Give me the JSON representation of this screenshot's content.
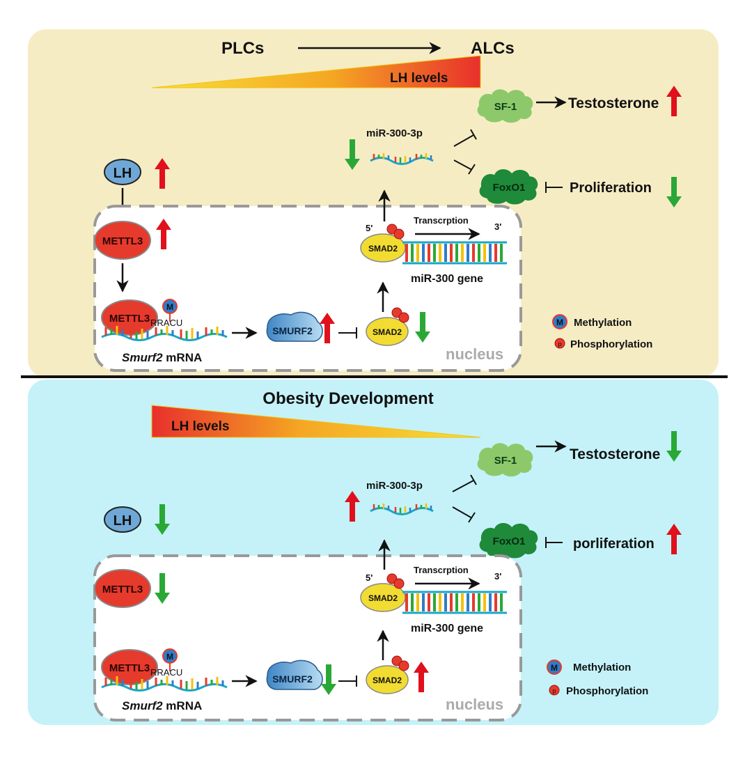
{
  "colors": {
    "top_panel_bg": "#f6ecc4",
    "bottom_panel_bg": "#c4f2f8",
    "up_arrow": "#e0101c",
    "down_arrow": "#2aa836",
    "cloud_light": "#8dc96a",
    "cloud_dark": "#1e8a3a",
    "mettl3": "#e63a2c",
    "smad2": "#f2dc32",
    "smurf2": "#5b9fd4",
    "lh": "#6fa8d6",
    "nucleus_border": "#999999"
  },
  "top": {
    "plcs": "PLCs",
    "alcs": "ALCs",
    "lh_levels": "LH levels",
    "sf1": "SF-1",
    "testosterone": "Testosterone",
    "mirna": "miR-300-3p",
    "foxo1": "FoxO1",
    "proliferation": "Proliferation",
    "lh": "LH",
    "mettl3_a": "METTL3",
    "mettl3_b": "METTL3",
    "five_prime": "5'",
    "three_prime": "3'",
    "transcription": "Transcrption",
    "smad2_a": "SMAD2",
    "smad2_b": "SMAD2",
    "gene": "miR-300 gene",
    "rracu": "RRACU",
    "smurf2": "SMURF2",
    "mrna_italic": "Smurf2",
    "mrna_rest": " mRNA",
    "nucleus": "nucleus",
    "methylation": "Methylation",
    "phosphorylation": "Phosphorylation"
  },
  "bottom": {
    "title": "Obesity Development",
    "lh_levels": "LH levels",
    "sf1": "SF-1",
    "testosterone": "Testosterone",
    "mirna": "miR-300-3p",
    "foxo1": "FoxO1",
    "proliferation": "porliferation",
    "lh": "LH",
    "mettl3_a": "METTL3",
    "mettl3_b": "METTL3",
    "five_prime": "5'",
    "three_prime": "3'",
    "transcription": "Transcrption",
    "smad2_a": "SMAD2",
    "smad2_b": "SMAD2",
    "gene": "miR-300 gene",
    "rracu": "RRACU",
    "smurf2": "SMURF2",
    "mrna_italic": "Smurf2",
    "mrna_rest": " mRNA",
    "nucleus": "nucleus",
    "methylation": "Methylation",
    "phosphorylation": "Phosphorylation"
  },
  "symbols": {
    "methyl": "M",
    "phospho": "p"
  }
}
